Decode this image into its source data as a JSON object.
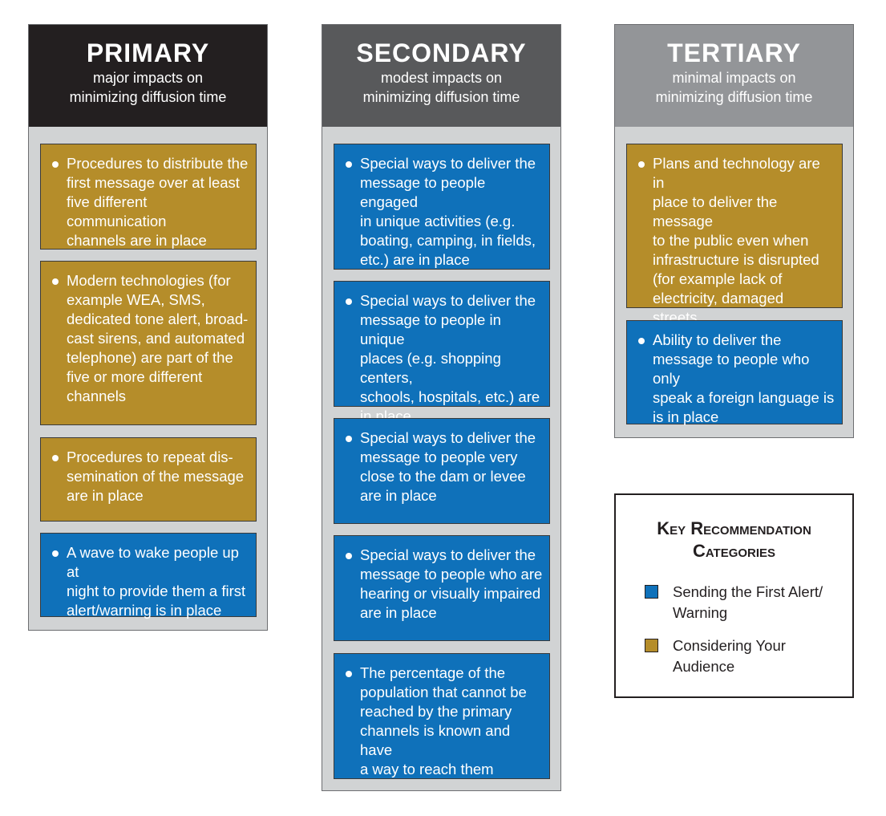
{
  "colors": {
    "primary_header": "#231f20",
    "secondary_header": "#58595b",
    "tertiary_header": "#939598",
    "column_bg": "#d1d3d4",
    "blue": "#0f71ba",
    "gold": "#b58d2a"
  },
  "columns": [
    {
      "title": "PRIMARY",
      "subtitle": "major impacts on\nminimizing diffusion time",
      "items": [
        {
          "text": "Procedures to distribute the\nfirst message over at least\nfive different communication\nchannels are in place",
          "category": "gold"
        },
        {
          "text": "Modern technologies (for\nexample WEA, SMS,\ndedicated tone alert, broad-\ncast sirens, and automated\ntelephone) are part of the\nfive or more different\nchannels",
          "category": "gold"
        },
        {
          "text": "Procedures to repeat dis-\nsemination of the message\nare in place",
          "category": "gold"
        },
        {
          "text": "A wave to wake people up at\nnight to provide them a first\nalert/warning is in place",
          "category": "blue"
        }
      ]
    },
    {
      "title": "SECONDARY",
      "subtitle": "modest impacts on\nminimizing diffusion time",
      "items": [
        {
          "text": "Special ways to deliver the\nmessage to people engaged\nin unique activities (e.g.\nboating, camping, in fields,\netc.) are in place",
          "category": "blue"
        },
        {
          "text": "Special ways to deliver the\nmessage to people in unique\nplaces (e.g. shopping centers,\nschools, hospitals, etc.) are\nin place",
          "category": "blue"
        },
        {
          "text": "Special ways to deliver the\nmessage to people very\nclose to the dam or levee\nare in place",
          "category": "blue"
        },
        {
          "text": "Special ways to deliver the\nmessage to people who are\nhearing or visually impaired\nare in place",
          "category": "blue"
        },
        {
          "text": "The percentage of the\npopulation that cannot be\nreached by the primary\nchannels is known and have\na way to reach them",
          "category": "blue"
        }
      ]
    },
    {
      "title": "TERTIARY",
      "subtitle": "minimal impacts on\nminimizing diffusion time",
      "items": [
        {
          "text": "Plans and technology are in\nplace to deliver the message\nto the public even when\ninfrastructure is disrupted\n(for example lack of\nelectricity, damaged streets,\ndamaged sirens)",
          "category": "gold"
        },
        {
          "text": "Ability to deliver the\nmessage to people who only\nspeak a foreign language is\nis in place",
          "category": "blue"
        }
      ]
    }
  ],
  "legend": {
    "title": "Key Recommendation\nCategories",
    "items": [
      {
        "label": "Sending the First Alert/\nWarning",
        "category": "blue"
      },
      {
        "label": "Considering Your\nAudience",
        "category": "gold"
      }
    ]
  }
}
